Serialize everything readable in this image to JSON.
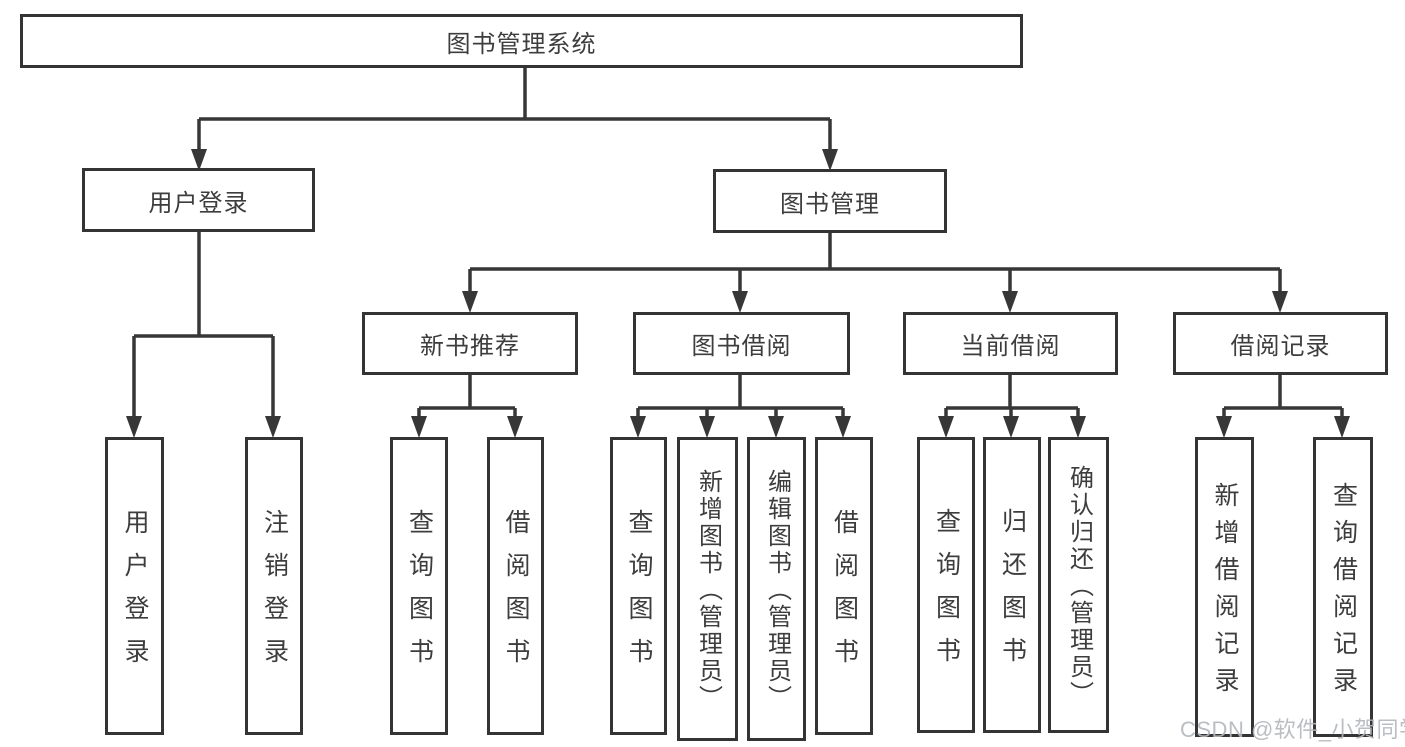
{
  "diagram": {
    "root": {
      "label": "图书管理系统",
      "children": [
        {
          "label": "用户登录",
          "children": [
            {
              "label": "用户登录"
            },
            {
              "label": "注销登录"
            }
          ]
        },
        {
          "label": "图书管理",
          "children": [
            {
              "label": "新书推荐",
              "children": [
                {
                  "label": "查询图书"
                },
                {
                  "label": "借阅图书"
                }
              ]
            },
            {
              "label": "图书借阅",
              "children": [
                {
                  "label": "查询图书"
                },
                {
                  "label": "新增图书（管理员）"
                },
                {
                  "label": "编辑图书（管理员）"
                },
                {
                  "label": "借阅图书"
                }
              ]
            },
            {
              "label": "当前借阅",
              "children": [
                {
                  "label": "查询图书"
                },
                {
                  "label": "归还图书"
                },
                {
                  "label": "确认归还（管理员）"
                }
              ]
            },
            {
              "label": "借阅记录",
              "children": [
                {
                  "label": "新增借阅记录"
                },
                {
                  "label": "查询借阅记录"
                }
              ]
            }
          ]
        }
      ]
    }
  },
  "watermark": {
    "text": "CSDN @软件_小贺同学"
  },
  "colors": {
    "line": "#373737",
    "text": "#3d3d3d",
    "watermark": "#b3b7bc",
    "background": "#ffffff"
  }
}
